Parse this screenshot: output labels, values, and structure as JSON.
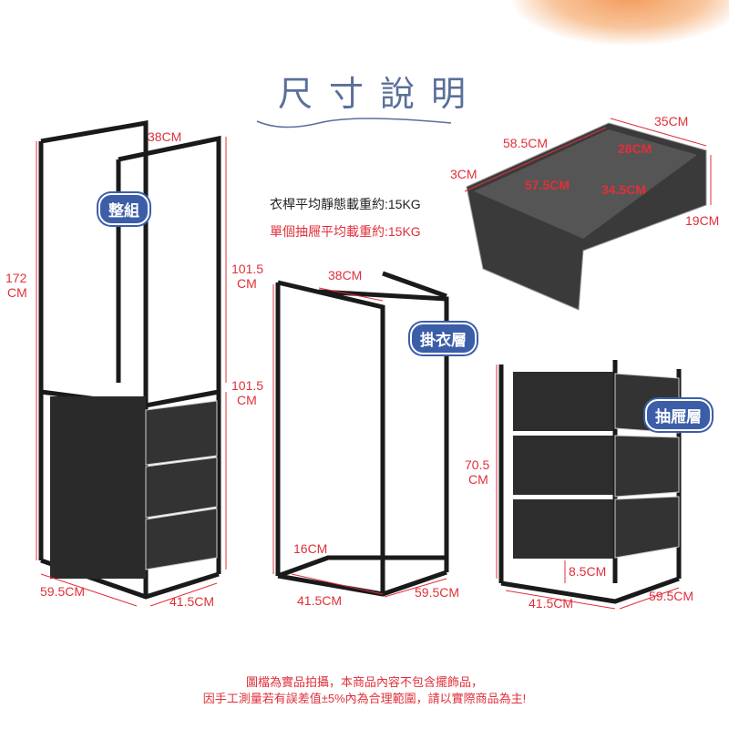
{
  "title": "尺寸說明",
  "labels": {
    "full_set": "整組",
    "hanging_layer": "掛衣層",
    "drawer_layer": "抽屜層"
  },
  "load_notes": {
    "rod": "衣桿平均靜態載重約:15KG",
    "drawer": "單個抽屜平均載重約:15KG"
  },
  "full_set_dims": {
    "top_depth": "38CM",
    "height_val": "172",
    "height_unit": "CM",
    "upper_val": "101.5",
    "upper_unit": "CM",
    "lower_val": "101.5",
    "lower_unit": "CM",
    "width": "59.5CM",
    "depth": "41.5CM"
  },
  "hanging_dims": {
    "top_depth": "38CM",
    "bottom_gap": "16CM",
    "depth": "41.5CM",
    "width": "59.5CM"
  },
  "drawer_box_dims": {
    "outer_length": "58.5CM",
    "outer_width": "35CM",
    "inner_width": "28CM",
    "rim": "3CM",
    "inner_length": "57.5CM",
    "inner_depth": "34.5CM",
    "height": "19CM"
  },
  "drawer_unit_dims": {
    "height_val": "70.5",
    "height_unit": "CM",
    "foot": "8.5CM",
    "depth": "41.5CM",
    "width": "59.5CM"
  },
  "footer": [
    "圖檔為實品拍攝，本商品內容不包含擺飾品，",
    "因手工測量若有誤差值±5%內為合理範圍，請以實際商品為主!"
  ],
  "colors": {
    "accent": "#e0303a",
    "badge": "#3c5ea8",
    "frame": "#1a1a1a"
  }
}
